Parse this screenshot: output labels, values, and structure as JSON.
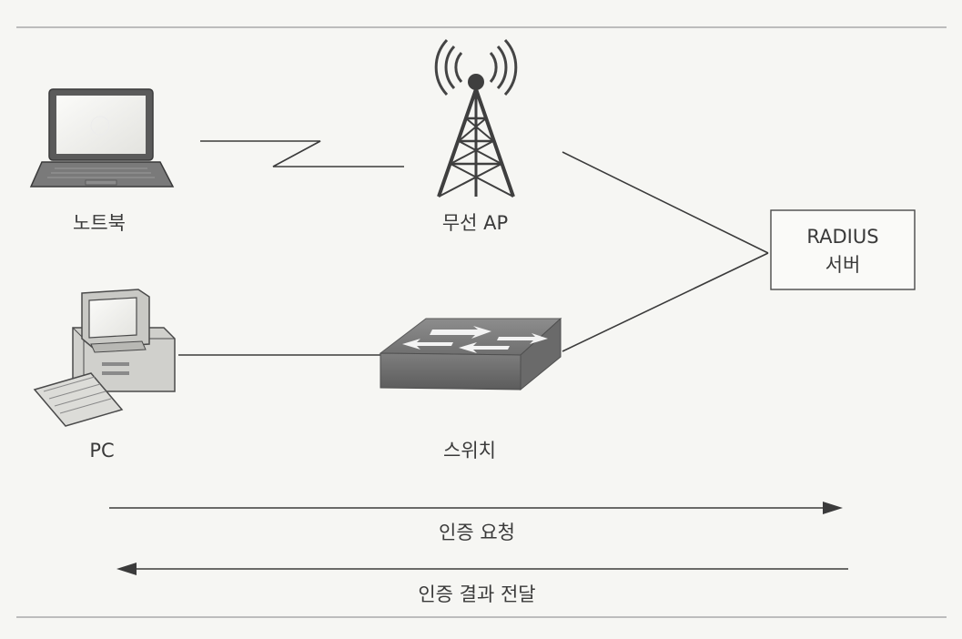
{
  "nodes": {
    "laptop": {
      "label": "노트북"
    },
    "ap": {
      "label": "무선 AP"
    },
    "pc": {
      "label": "PC"
    },
    "switch": {
      "label": "스위치"
    },
    "radius": {
      "line1": "RADIUS",
      "line2": "서버"
    }
  },
  "flows": {
    "request": {
      "label": "인증 요청"
    },
    "response": {
      "label": "인증 결과 전달"
    }
  },
  "colors": {
    "line": "#3b3b3b",
    "background": "#f6f6f3",
    "rule": "#9a9a9a"
  }
}
